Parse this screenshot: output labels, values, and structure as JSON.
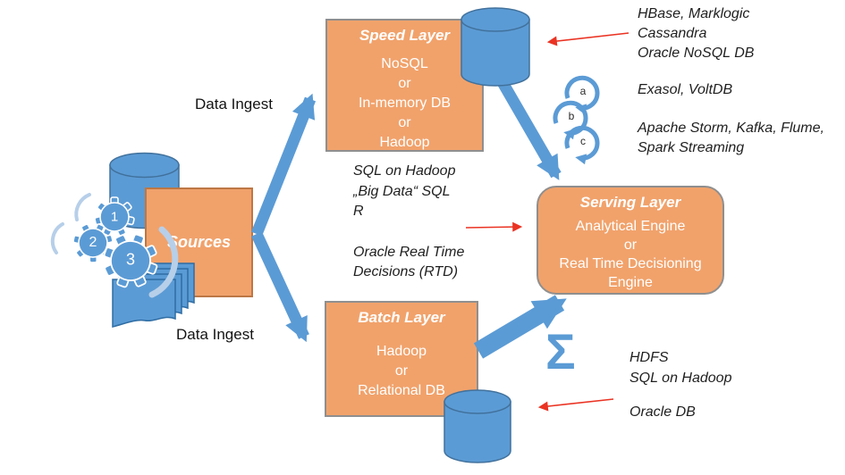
{
  "diagram": {
    "sources": {
      "title": "Sources",
      "gears": [
        "1",
        "2",
        "3"
      ]
    },
    "data_ingest_top": "Data Ingest",
    "data_ingest_bottom": "Data Ingest",
    "speed_layer": {
      "title": "Speed Layer",
      "lines": [
        "NoSQL",
        "or",
        "In-memory DB",
        "or",
        "Hadoop"
      ]
    },
    "batch_layer": {
      "title": "Batch Layer",
      "lines": [
        "Hadoop",
        "or",
        "Relational DB"
      ]
    },
    "serving_layer": {
      "title": "Serving Layer",
      "lines": [
        "Analytical Engine",
        "or",
        "Real Time Decisioning",
        "Engine"
      ]
    },
    "cycle_steps": [
      "a",
      "b",
      "c"
    ],
    "sigma": "Σ",
    "annotations": {
      "speed_store": {
        "lines": [
          "HBase, Marklogic",
          "Cassandra",
          "Oracle NoSQL DB"
        ]
      },
      "inmemory": {
        "lines": [
          "Exasol, VoltDB"
        ]
      },
      "streaming": {
        "lines": [
          "Apache Storm, Kafka, Flume,",
          "Spark Streaming"
        ]
      },
      "sql": {
        "lines": [
          "SQL on Hadoop",
          "„Big Data“ SQL",
          "R"
        ]
      },
      "rtd": {
        "lines": [
          "Oracle Real Time",
          "Decisions (RTD)"
        ]
      },
      "batch_store": {
        "lines": [
          "HDFS",
          "SQL on Hadoop"
        ]
      },
      "oracle": {
        "lines": [
          "Oracle DB"
        ]
      }
    }
  },
  "colors": {
    "node_orange": "#F1A26B",
    "shape_blue": "#5B9BD5",
    "shape_blue_dark": "#41719C",
    "arrow_red": "#EA3323",
    "border_gray": "#8f8f8f",
    "arc_light_blue": "#B7CFE9"
  }
}
